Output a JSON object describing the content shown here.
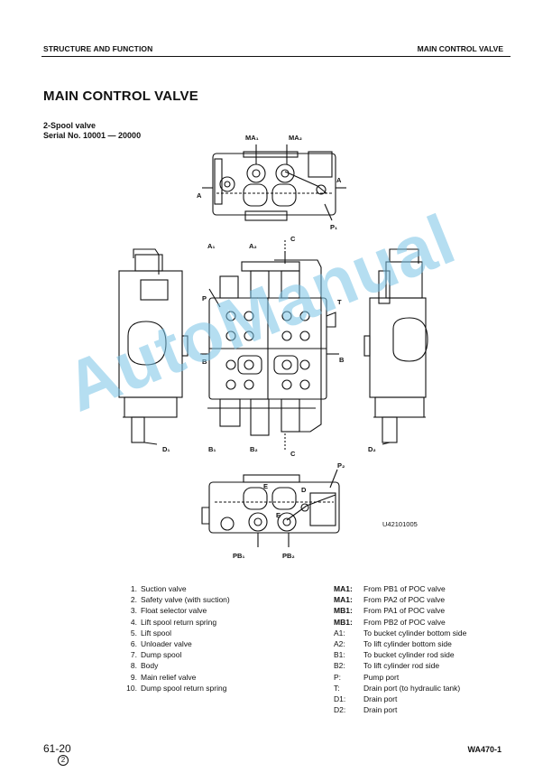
{
  "header": {
    "section": "STRUCTURE AND FUNCTION",
    "topic": "MAIN CONTROL VALVE"
  },
  "title": "MAIN CONTROL VALVE",
  "spool": {
    "line1": "2-Spool valve",
    "line2": "Serial No. 10001 — 20000"
  },
  "figure": {
    "code": "U42101005",
    "labels": {
      "ma1": "MA₁",
      "ma2": "MA₂",
      "a_left": "A",
      "a_right": "A",
      "p1": "P₁",
      "a1": "A₁",
      "a2": "A₂",
      "c_top": "C",
      "p": "P",
      "t": "T",
      "b_left": "B",
      "b_right": "B",
      "d1": "D₁",
      "b1": "B₁",
      "b2": "B₂",
      "c_bottom": "C",
      "d2": "D₂",
      "p2": "P₂",
      "e_left": "E",
      "e_right": "E",
      "d_label": "D",
      "pb1": "PB₁",
      "pb2": "PB₂"
    }
  },
  "parts": [
    {
      "num": "1.",
      "text": "Suction valve"
    },
    {
      "num": "2.",
      "text": "Safety valve (with suction)"
    },
    {
      "num": "3.",
      "text": "Float selector valve"
    },
    {
      "num": "4.",
      "text": "Lift spool return spring"
    },
    {
      "num": "5.",
      "text": "Lift spool"
    },
    {
      "num": "6.",
      "text": "Unloader valve"
    },
    {
      "num": "7.",
      "text": "Dump spool"
    },
    {
      "num": "8.",
      "text": "Body"
    },
    {
      "num": "9.",
      "text": "Main relief valve"
    },
    {
      "num": "10.",
      "text": "Dump spool return spring"
    }
  ],
  "ports": [
    {
      "code": "MA1:",
      "text": "From PB1 of POC valve"
    },
    {
      "code": "MA1:",
      "text": "From PA2 of POC valve"
    },
    {
      "code": "MB1:",
      "text": "From PA1 of POC valve"
    },
    {
      "code": "MB1:",
      "text": "From PB2 of POC valve"
    },
    {
      "code": "A1:",
      "text": "To bucket cylinder bottom side"
    },
    {
      "code": "A2:",
      "text": "To lift cylinder bottom side"
    },
    {
      "code": "B1:",
      "text": "To bucket cylinder rod side"
    },
    {
      "code": "B2:",
      "text": "To lift cylinder rod side"
    },
    {
      "code": "P:",
      "text": "Pump port"
    },
    {
      "code": "T:",
      "text": "Drain port (to hydraulic tank)"
    },
    {
      "code": "D1:",
      "text": "Drain port"
    },
    {
      "code": "D2:",
      "text": "Drain port"
    }
  ],
  "footer": {
    "page": "61-20",
    "revision": "2",
    "model": "WA470-1"
  },
  "watermark": "AutoManual"
}
